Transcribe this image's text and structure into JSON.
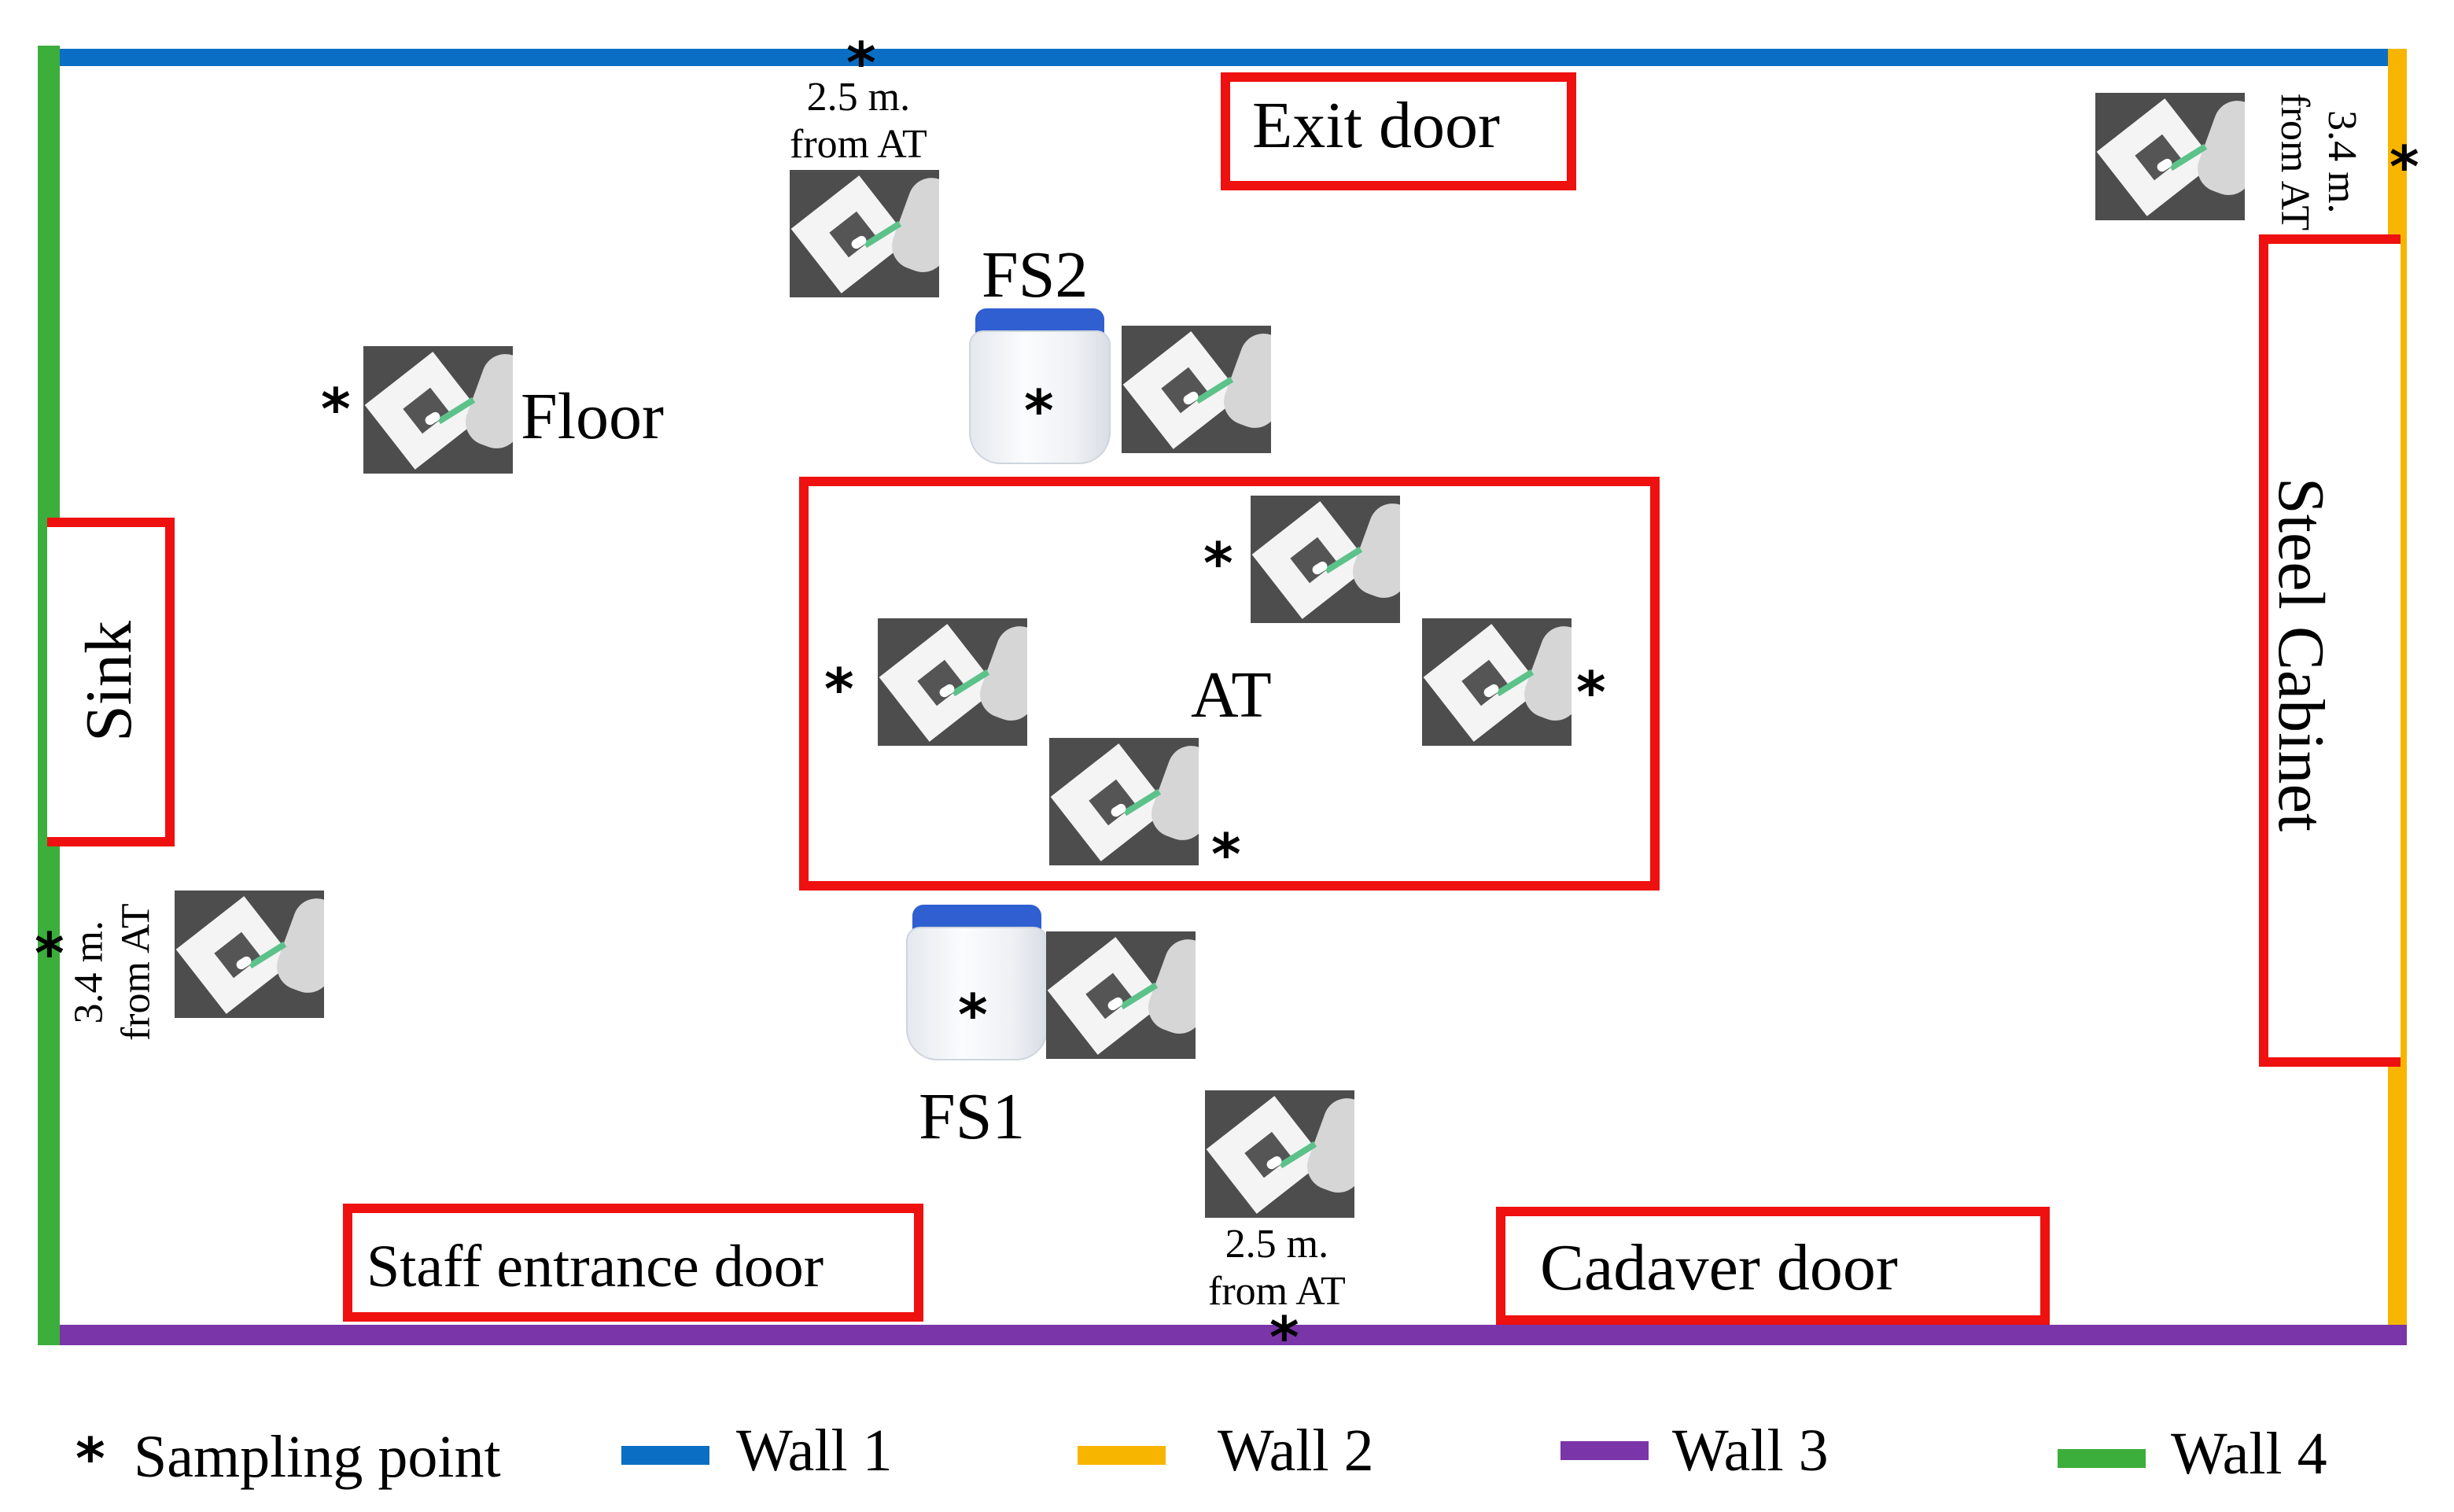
{
  "colors": {
    "wall1": "#0a6fc4",
    "wall2": "#f7b500",
    "wall3": "#7a35a8",
    "wall4": "#3cae3c",
    "box_outline": "#ef1010"
  },
  "room": {
    "exit_door": "Exit door",
    "steel_cabinet": "Steel Cabinet",
    "sink": "Sink",
    "staff_entrance_door": "Staff entrance door",
    "cadaver_door": "Cadaver door",
    "autopsy_table": "AT",
    "floor": "Floor",
    "face_shield_1": "FS1",
    "face_shield_2": "FS2"
  },
  "distances": {
    "wall1_value": "2.5 m.",
    "wall1_from": "from AT",
    "wall2_value": "3.4 m.",
    "wall2_from": "from AT",
    "wall3_value": "2.5 m.",
    "wall3_from": "from AT",
    "wall4_value": "3.4 m.",
    "wall4_from": "from AT"
  },
  "marker": "*",
  "legend": {
    "sampling_point": "Sampling point",
    "wall1": "Wall 1",
    "wall2": "Wall 2",
    "wall3": "Wall 3",
    "wall4": "Wall 4"
  }
}
